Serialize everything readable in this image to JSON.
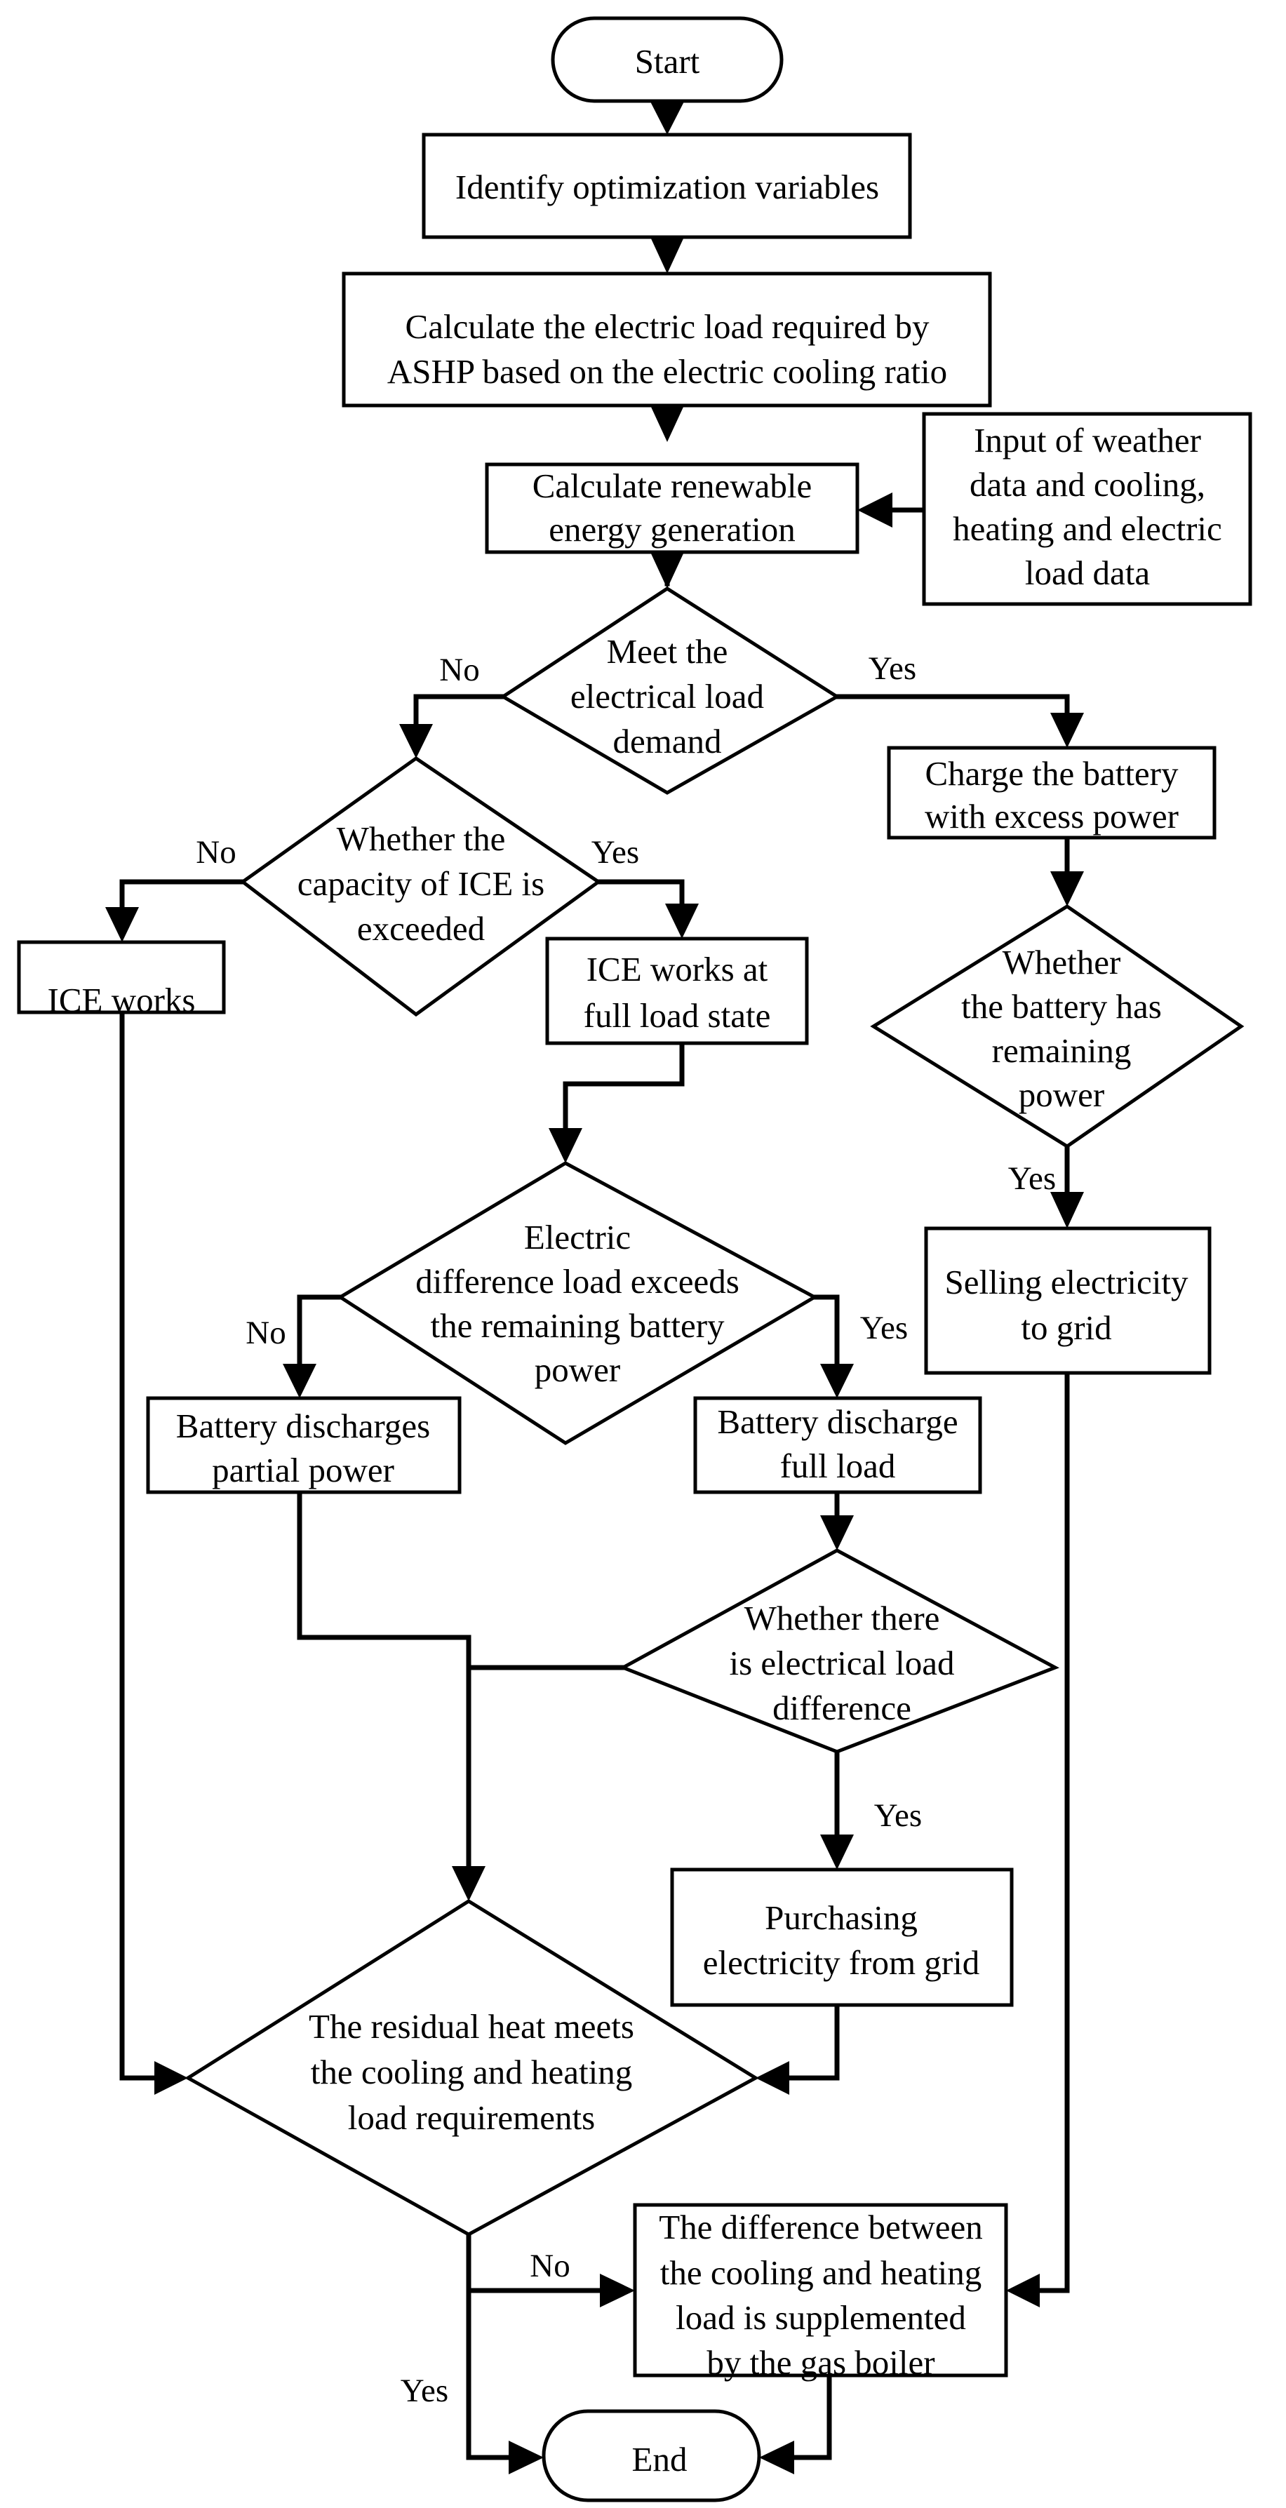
{
  "nodes": {
    "start": {
      "lines": [
        "Start"
      ]
    },
    "identify": {
      "lines": [
        "Identify optimization variables"
      ]
    },
    "calc_ashp": {
      "lines": [
        "Calculate the electric load required by",
        "ASHP based on the electric cooling ratio"
      ]
    },
    "input_data": {
      "lines": [
        "Input of weather",
        "data and cooling,",
        "heating and electric",
        "load data"
      ]
    },
    "calc_renew": {
      "lines": [
        "Calculate renewable",
        "energy generation"
      ]
    },
    "meet_elec": {
      "lines": [
        "Meet the",
        "electrical load",
        "demand"
      ]
    },
    "ice_capacity": {
      "lines": [
        "Whether the",
        "capacity of ICE is",
        "exceeded"
      ]
    },
    "charge_battery": {
      "lines": [
        "Charge the battery",
        "with excess power"
      ]
    },
    "ice_works": {
      "lines": [
        "ICE works"
      ]
    },
    "ice_full": {
      "lines": [
        "ICE works at",
        "full load state"
      ]
    },
    "battery_remaining": {
      "lines": [
        "Whether",
        "the battery has",
        "remaining",
        "power"
      ]
    },
    "elec_diff": {
      "lines": [
        "Electric",
        "difference load exceeds",
        "the remaining battery",
        "power"
      ]
    },
    "selling": {
      "lines": [
        "Selling electricity",
        "to grid"
      ]
    },
    "discharge_partial": {
      "lines": [
        "Battery discharges",
        "partial power"
      ]
    },
    "discharge_full": {
      "lines": [
        "Battery discharge",
        "full load"
      ]
    },
    "load_diff_exists": {
      "lines": [
        "Whether there",
        "is electrical load",
        "difference"
      ]
    },
    "purchasing": {
      "lines": [
        "Purchasing",
        "electricity from grid"
      ]
    },
    "residual_heat": {
      "lines": [
        "The residual heat meets",
        "the cooling and heating",
        "load requirements"
      ]
    },
    "gas_boiler": {
      "lines": [
        "The difference between",
        "the cooling and heating",
        "load is supplemented",
        "by the gas boiler"
      ]
    },
    "end": {
      "lines": [
        "End"
      ]
    }
  },
  "edge_labels": {
    "meet_no": "No",
    "meet_yes": "Yes",
    "capacity_no": "No",
    "capacity_yes": "Yes",
    "remaining_yes": "Yes",
    "diff_no": "No",
    "diff_yes": "Yes",
    "load_diff_yes": "Yes",
    "residual_no": "No",
    "residual_yes": "Yes"
  }
}
